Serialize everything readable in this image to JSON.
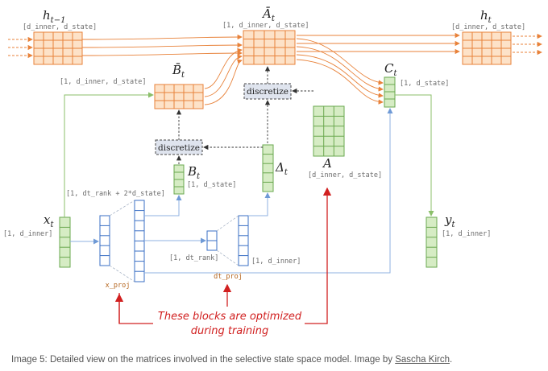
{
  "symbols": {
    "h_prev": "h",
    "h_prev_sub": "t−1",
    "h_t": "h",
    "h_t_sub": "t",
    "A_bar": "Ā",
    "A_bar_sub": "t",
    "B_bar": "B̄",
    "B_bar_sub": "t",
    "C": "C",
    "C_sub": "t",
    "B": "B",
    "B_sub": "t",
    "Delta": "Δ",
    "Delta_sub": "t",
    "A": "A",
    "x": "x",
    "x_sub": "t",
    "y": "y",
    "y_sub": "t"
  },
  "dims": {
    "h_prev": "[d_inner, d_state]",
    "h_t": "[d_inner, d_state]",
    "A_bar": "[1, d_inner, d_state]",
    "B_bar": "[1, d_inner, d_state]",
    "C": "[1, d_state]",
    "B": "[1, d_state]",
    "A": "[d_inner, d_state]",
    "x": "[1, d_inner]",
    "y": "[1, d_inner]",
    "x_proj_out": "[1, dt_rank + 2*d_state]",
    "dt_rank": "[1, dt_rank]",
    "d_inner": "[1, d_inner]"
  },
  "labels": {
    "discretize_top": "discretize",
    "discretize_mid": "discretize",
    "x_proj": "x_proj",
    "dt_proj": "dt_proj",
    "note_line1": "These blocks are optimized",
    "note_line2": "during training"
  },
  "colors": {
    "orange": "#e8823a",
    "orange_fill": "#fde2c8",
    "green": "#6aa84f",
    "green_fill": "#d6ecc4",
    "blue": "#3a6fc4",
    "arrow_blue": "#8fb2e0",
    "red": "#d12020"
  },
  "caption": {
    "text": "Image 5: Detailed view on the matrices involved in the selective state space model. Image by ",
    "author": "Sascha Kirch",
    "end": "."
  }
}
